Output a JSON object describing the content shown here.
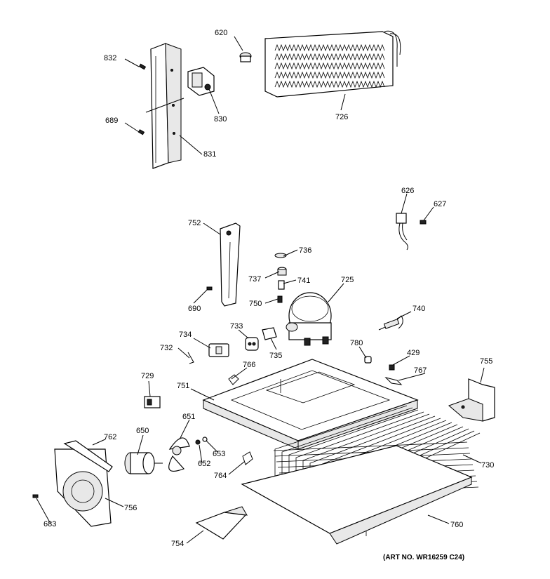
{
  "art_number": "(ART NO. WR16259 C24)",
  "part_labels": [
    "620",
    "832",
    "726",
    "830",
    "689",
    "831",
    "626",
    "627",
    "752",
    "736",
    "737",
    "741",
    "725",
    "690",
    "750",
    "740",
    "733",
    "734",
    "735",
    "780",
    "429",
    "732",
    "766",
    "767",
    "755",
    "729",
    "751",
    "762",
    "650",
    "651",
    "653",
    "652",
    "730",
    "764",
    "683",
    "756",
    "760",
    "754"
  ]
}
